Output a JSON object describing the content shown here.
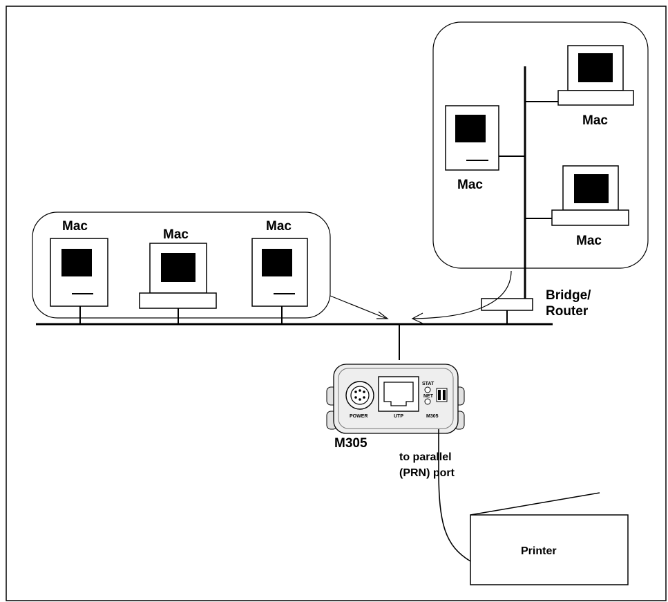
{
  "colors": {
    "line": "#000000",
    "screen": "#000000",
    "background": "#ffffff",
    "device_body": "#eeeeee"
  },
  "icons": [
    "tower-mac-icon",
    "compact-mac-icon",
    "printer-icon",
    "network-adapter-icon",
    "bridge-router-icon"
  ],
  "labels": {
    "mac_left_1": "Mac",
    "mac_left_2": "Mac",
    "mac_left_3": "Mac",
    "mac_right_tower": "Mac",
    "mac_right_top": "Mac",
    "mac_right_bottom": "Mac",
    "bridge_line1": "Bridge/",
    "bridge_line2": "Router",
    "device_name": "M305",
    "port_line1": "to parallel",
    "port_line2": "(PRN) port",
    "printer": "Printer"
  },
  "device": {
    "power": "POWER",
    "utp": "UTP",
    "stat": "STAT",
    "net": "NET",
    "model": "M305"
  }
}
